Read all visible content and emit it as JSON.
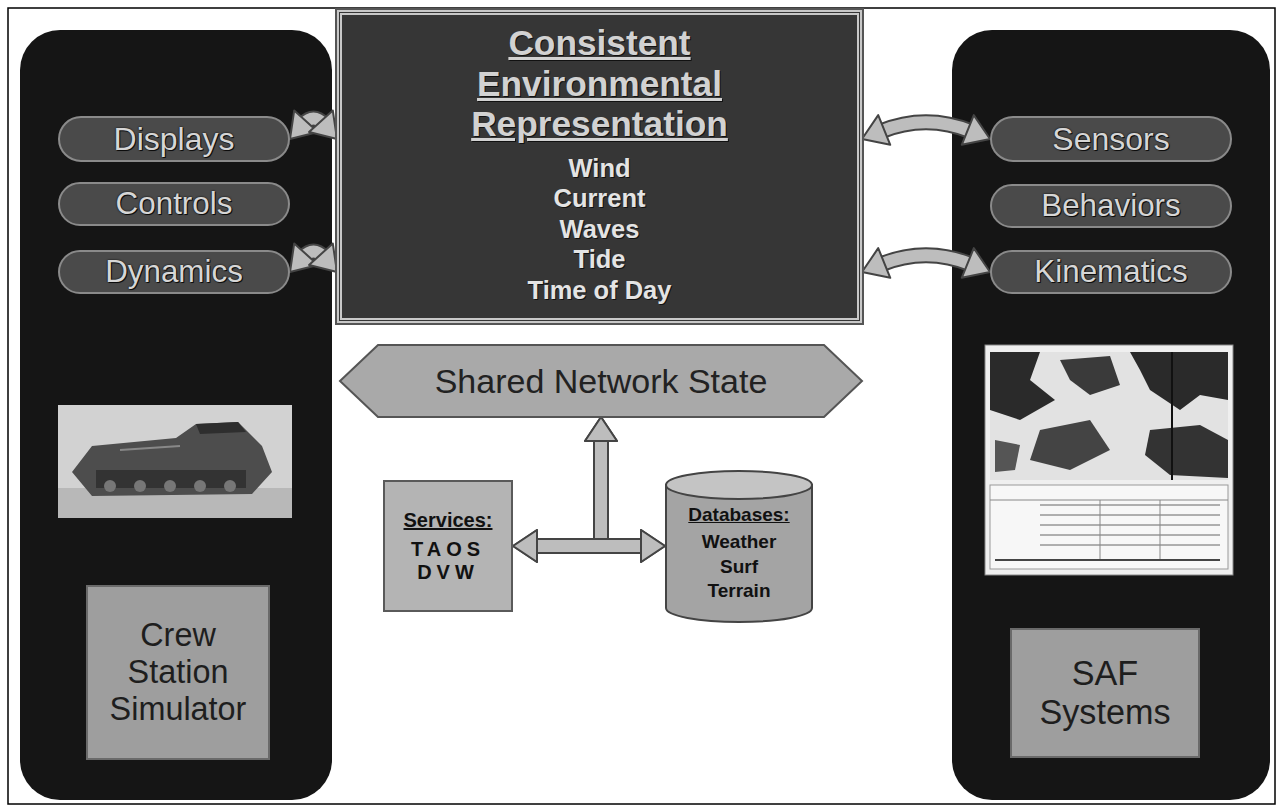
{
  "diagram": {
    "nodes": [
      {
        "text": [
          "Displays"
        ]
      },
      {
        "text": [
          "Controls"
        ]
      },
      {
        "text": [
          "Dynamics"
        ]
      },
      {
        "text": [
          "Consistent Environmental Representation",
          "Wind",
          "Current",
          "Waves",
          "Tide",
          "Time of Day"
        ]
      },
      {
        "text": [
          "Sensors"
        ]
      },
      {
        "text": [
          "Behaviors"
        ]
      },
      {
        "text": [
          "Kinematics"
        ]
      },
      {
        "text": [
          "Shared Network State"
        ]
      },
      {
        "text": [
          "Crew Station Simulator"
        ]
      },
      {
        "text": [
          "Services:",
          "TAOS",
          "DVW"
        ]
      },
      {
        "text": [
          "Databases:",
          "Weather",
          "Surf",
          "Terrain"
        ]
      },
      {
        "text": [
          "SAF Systems"
        ]
      }
    ],
    "edges": [
      {
        "from": 0,
        "to": 3,
        "arrow": "both"
      },
      {
        "from": 2,
        "to": 3,
        "arrow": "both"
      },
      {
        "from": 3,
        "to": 4,
        "arrow": "both"
      },
      {
        "from": 3,
        "to": 6,
        "arrow": "both"
      },
      {
        "from": 9,
        "to": 7,
        "arrow": "both"
      },
      {
        "from": 10,
        "to": 7,
        "arrow": "both"
      },
      {
        "from": 9,
        "to": 10,
        "arrow": "both"
      }
    ]
  }
}
